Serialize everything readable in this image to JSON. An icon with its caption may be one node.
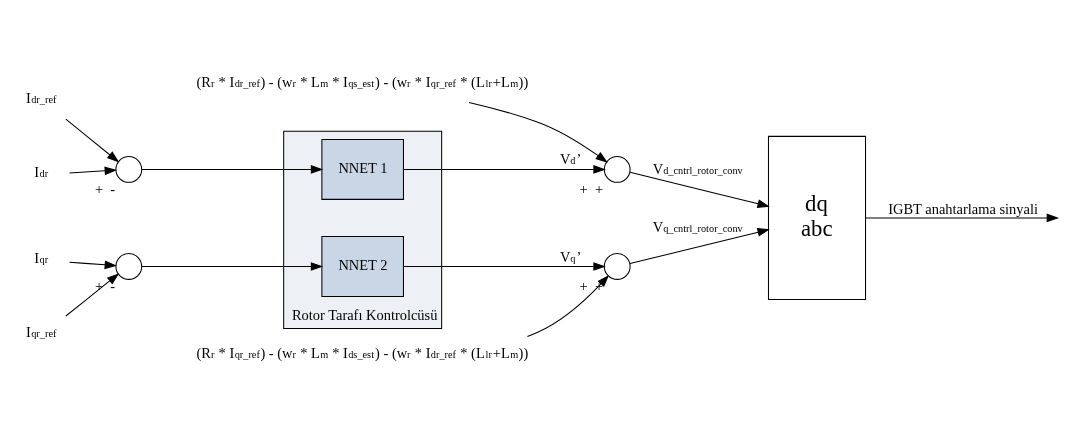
{
  "diagram": {
    "nodes": [
      {
        "text": [
          "I$_{dr_ref}$"
        ]
      },
      {
        "text": [
          "I$_{dr}$"
        ]
      },
      {
        "text": [],
        "shape": "circle",
        "beside": [
          "+",
          "-"
        ]
      },
      {
        "text": [
          "I$_{qr_ref}$"
        ]
      },
      {
        "text": [
          "I$_{qr}$"
        ]
      },
      {
        "text": [],
        "shape": "circle",
        "beside": [
          "+",
          "-"
        ]
      },
      {
        "text": [
          "Rotor Tarafı Kontrolcüsü"
        ]
      },
      {
        "text": [
          "NNET 1"
        ],
        "in": 6
      },
      {
        "text": [
          "NNET 2"
        ],
        "in": 6
      },
      {
        "text": [
          "(R$_{r}$ * I$_{dr_ref}$) - (w$_{r}$ * L$_{m}$ * I$_{qs_est}$) - (w$_{r}$ * I$_{qr_ref}$ * (L$_{lr}$+L$_{m}$))"
        ]
      },
      {
        "text": [],
        "shape": "circle",
        "beside": [
          "+",
          "+"
        ]
      },
      {
        "text": [],
        "shape": "circle",
        "beside": [
          "+",
          "+"
        ]
      },
      {
        "text": [
          "(R$_{r}$ * I$_{qr_ref}$) - (w$_{r}$ * L$_{m}$ * I$_{ds_est}$) - (w$_{r}$ * I$_{dr_ref}$ * (L$_{lr}$+L$_{m}$))"
        ]
      },
      {
        "text": [
          "dq",
          "abc"
        ]
      }
    ],
    "edges": [
      {
        "from": 0,
        "to": 2,
        "arrow": "to"
      },
      {
        "from": 1,
        "to": 2,
        "arrow": "to"
      },
      {
        "from": 2,
        "to": 7,
        "arrow": "to"
      },
      {
        "from": 3,
        "to": 5,
        "arrow": "to"
      },
      {
        "from": 4,
        "to": 5,
        "arrow": "to"
      },
      {
        "from": 5,
        "to": 8,
        "arrow": "to"
      },
      {
        "from": 7,
        "to": 10,
        "arrow": "to",
        "label": "V$_{d}$’"
      },
      {
        "from": 9,
        "to": 10,
        "arrow": "to"
      },
      {
        "from": 8,
        "to": 11,
        "arrow": "to",
        "label": "V$_{q}$’"
      },
      {
        "from": 12,
        "to": 11,
        "arrow": "to"
      },
      {
        "from": 10,
        "to": 13,
        "arrow": "to",
        "label": "V$_{d_cntrl_rotor_conv}$"
      },
      {
        "from": 11,
        "to": 13,
        "arrow": "to",
        "label": "V$_{q_cntrl_rotor_conv}$"
      },
      {
        "from": 13,
        "to": null,
        "arrow": "to",
        "label": "IGBT anahtarlama sinyali"
      }
    ]
  }
}
